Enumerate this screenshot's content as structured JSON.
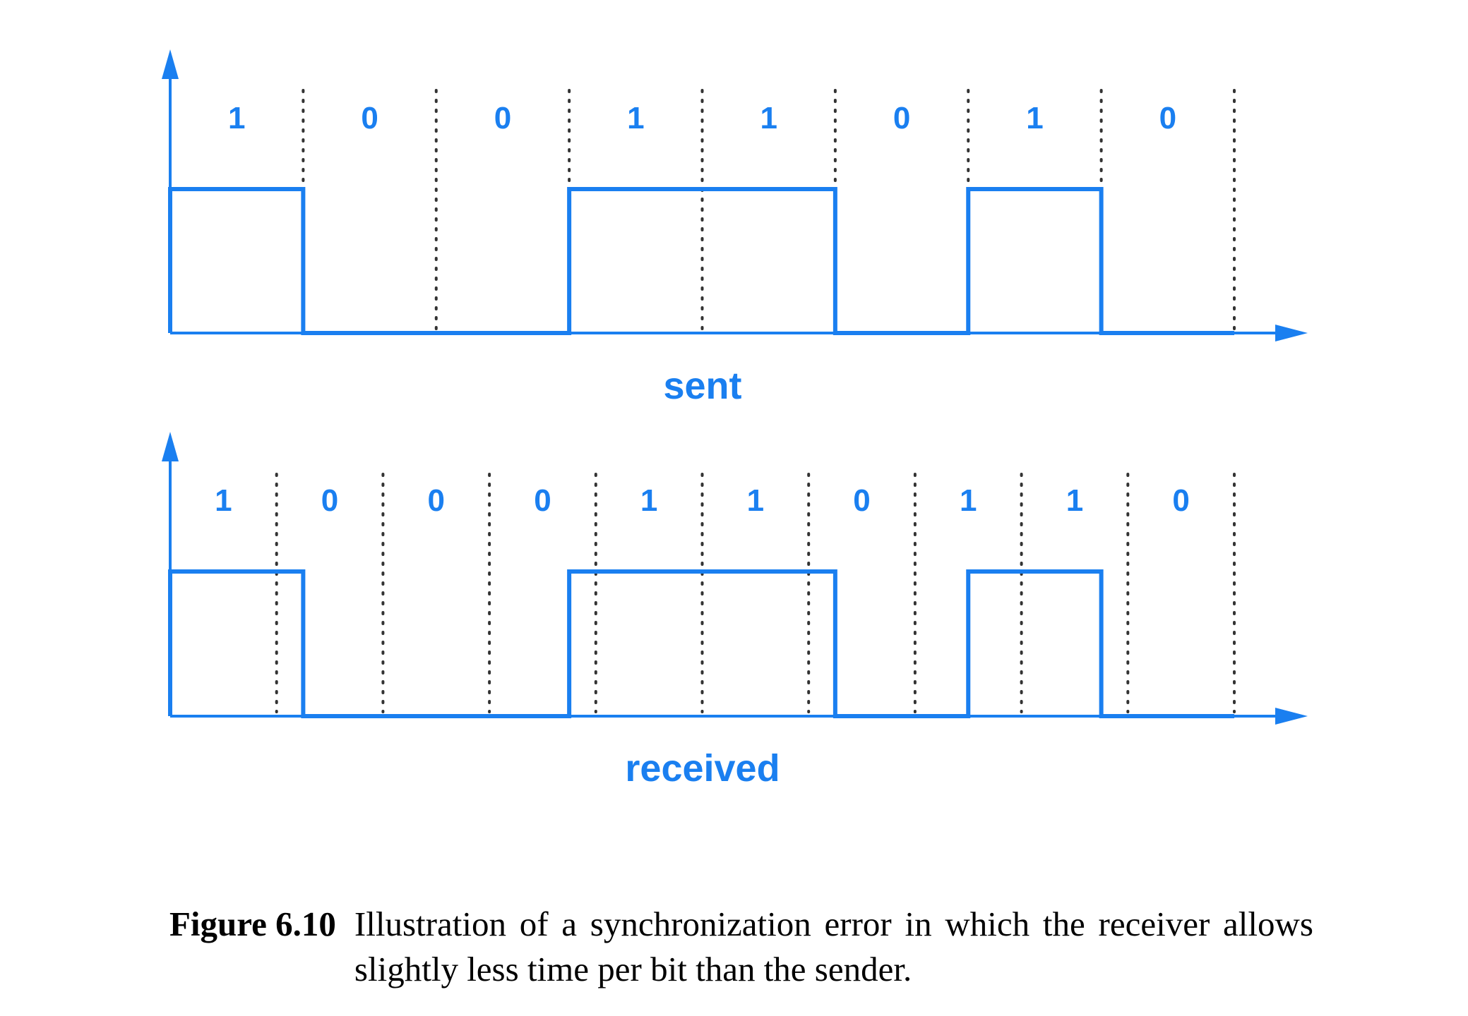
{
  "colors": {
    "signal": "#1a7ff0",
    "grid": "#333333",
    "caption_text": "#000000"
  },
  "panels": [
    {
      "id": "sent",
      "caption": "sent",
      "bits": [
        "1",
        "0",
        "0",
        "1",
        "1",
        "0",
        "1",
        "0"
      ]
    },
    {
      "id": "received",
      "caption": "received",
      "bits": [
        "1",
        "0",
        "0",
        "0",
        "1",
        "1",
        "0",
        "1",
        "1",
        "0"
      ]
    }
  ],
  "signal_bits": [
    "1",
    "0",
    "0",
    "1",
    "1",
    "0",
    "1",
    "0"
  ],
  "figure_caption": {
    "label": "Figure 6.10",
    "text": "Illustration of a synchronization error in which the receiver al­lows slightly less time per bit than the sender."
  }
}
